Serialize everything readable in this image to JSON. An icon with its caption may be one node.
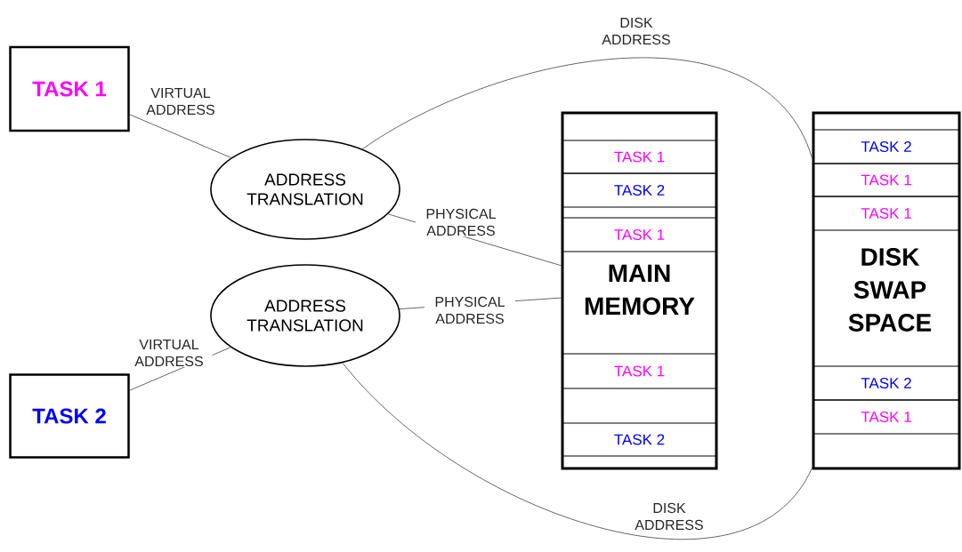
{
  "diagram": {
    "nodes": [
      {
        "text": [
          "TASK 1"
        ]
      },
      {
        "text": [
          "ADDRESS TRANSLATION"
        ]
      },
      {
        "text": [
          "ADDRESS TRANSLATION"
        ]
      },
      {
        "text": [
          "TASK 2"
        ]
      },
      {
        "text": [
          "MAIN MEMORY"
        ]
      },
      {
        "text": [
          "TASK 1"
        ],
        "in": 4
      },
      {
        "text": [
          "TASK 2"
        ],
        "in": 4
      },
      {
        "text": [
          "TASK 1"
        ],
        "in": 4
      },
      {
        "text": [
          "TASK 1"
        ],
        "in": 4
      },
      {
        "text": [
          "TASK 2"
        ],
        "in": 4
      },
      {
        "text": [
          "DISK SWAP SPACE"
        ]
      },
      {
        "text": [
          "TASK 2"
        ],
        "in": 10
      },
      {
        "text": [
          "TASK 1"
        ],
        "in": 10
      },
      {
        "text": [
          "TASK 1"
        ],
        "in": 10
      },
      {
        "text": [
          "TASK 2"
        ],
        "in": 10
      },
      {
        "text": [
          "TASK 1"
        ],
        "in": 10
      }
    ],
    "edges": [
      {
        "from": 0,
        "to": 1,
        "arrow": "none",
        "label": "VIRTUAL ADDRESS"
      },
      {
        "from": 1,
        "to": 10,
        "arrow": "none",
        "label": "DISK ADDRESS"
      },
      {
        "from": 1,
        "to": 4,
        "arrow": "none",
        "label": "PHYSICAL ADDRESS"
      },
      {
        "from": 2,
        "to": 4,
        "arrow": "none",
        "label": "PHYSICAL ADDRESS"
      },
      {
        "from": 3,
        "to": 2,
        "arrow": "none",
        "label": "VIRTUAL ADDRESS"
      },
      {
        "from": 2,
        "to": 10,
        "arrow": "none",
        "label": "DISK ADDRESS"
      }
    ]
  }
}
